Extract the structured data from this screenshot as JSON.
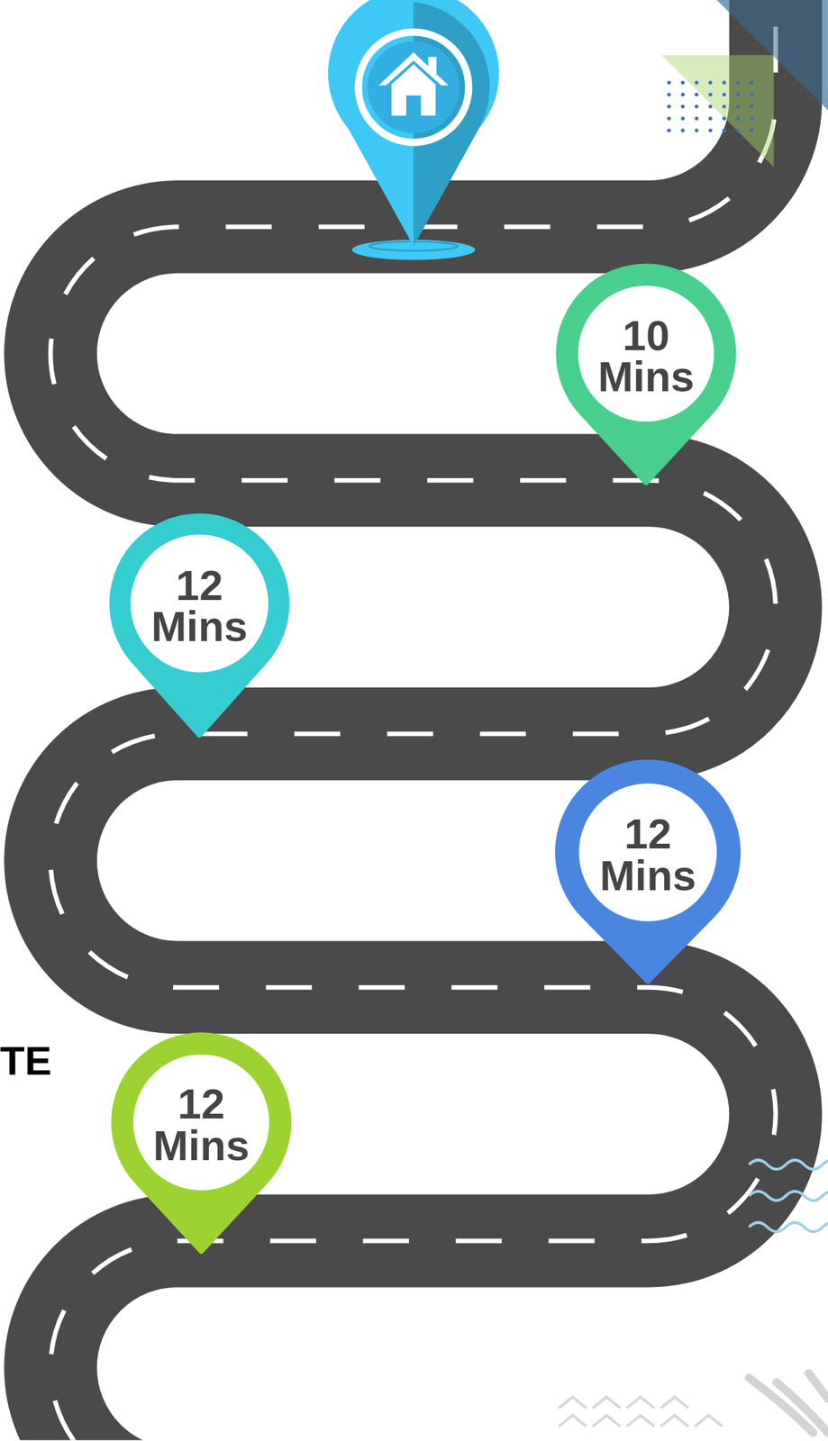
{
  "diagram": {
    "nodes": [
      {
        "text": [
          "10 Mins"
        ]
      },
      {
        "text": [
          "12 Mins"
        ]
      },
      {
        "text": [
          "12 Mins"
        ]
      },
      {
        "text": [
          "12 Mins"
        ]
      }
    ],
    "labels": [
      "TE"
    ]
  }
}
